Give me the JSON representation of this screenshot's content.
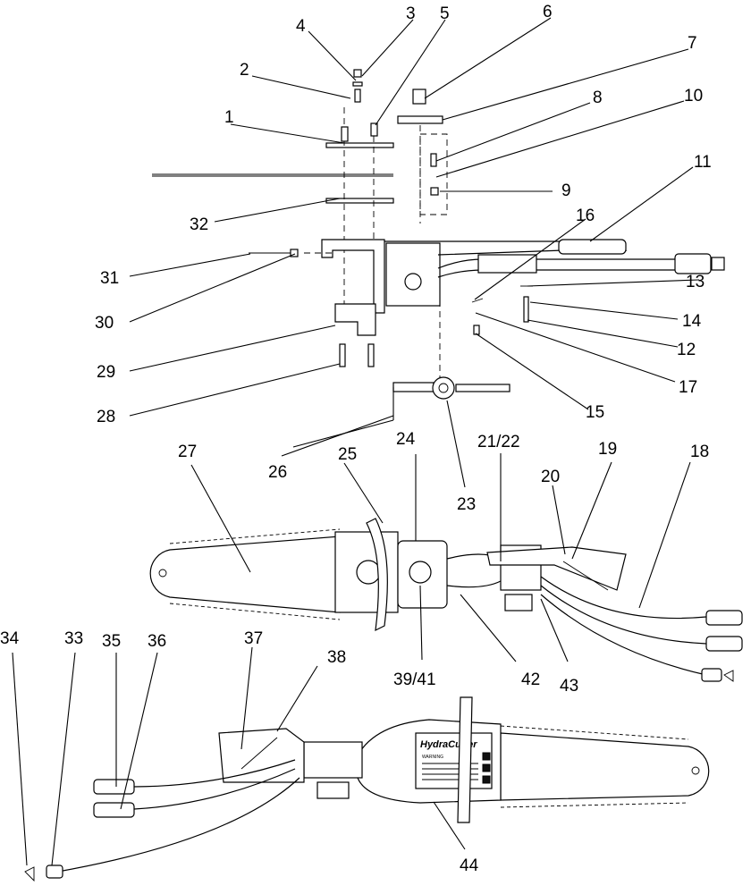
{
  "callouts": [
    {
      "id": "1",
      "label": "1"
    },
    {
      "id": "2",
      "label": "2"
    },
    {
      "id": "3",
      "label": "3"
    },
    {
      "id": "4",
      "label": "4"
    },
    {
      "id": "5",
      "label": "5"
    },
    {
      "id": "6",
      "label": "6"
    },
    {
      "id": "7",
      "label": "7"
    },
    {
      "id": "8",
      "label": "8"
    },
    {
      "id": "9",
      "label": "9"
    },
    {
      "id": "10",
      "label": "10"
    },
    {
      "id": "11",
      "label": "11"
    },
    {
      "id": "12",
      "label": "12"
    },
    {
      "id": "13",
      "label": "13"
    },
    {
      "id": "14",
      "label": "14"
    },
    {
      "id": "15",
      "label": "15"
    },
    {
      "id": "16",
      "label": "16"
    },
    {
      "id": "17",
      "label": "17"
    },
    {
      "id": "18",
      "label": "18"
    },
    {
      "id": "19",
      "label": "19"
    },
    {
      "id": "20",
      "label": "20"
    },
    {
      "id": "21_22",
      "label": "21/22"
    },
    {
      "id": "23",
      "label": "23"
    },
    {
      "id": "24",
      "label": "24"
    },
    {
      "id": "25",
      "label": "25"
    },
    {
      "id": "26",
      "label": "26"
    },
    {
      "id": "27",
      "label": "27"
    },
    {
      "id": "28",
      "label": "28"
    },
    {
      "id": "29",
      "label": "29"
    },
    {
      "id": "30",
      "label": "30"
    },
    {
      "id": "31",
      "label": "31"
    },
    {
      "id": "32",
      "label": "32"
    },
    {
      "id": "33",
      "label": "33"
    },
    {
      "id": "34",
      "label": "34"
    },
    {
      "id": "35",
      "label": "35"
    },
    {
      "id": "36",
      "label": "36"
    },
    {
      "id": "37",
      "label": "37"
    },
    {
      "id": "38",
      "label": "38"
    },
    {
      "id": "39_41",
      "label": "39/41"
    },
    {
      "id": "42",
      "label": "42"
    },
    {
      "id": "43",
      "label": "43"
    },
    {
      "id": "44",
      "label": "44"
    }
  ],
  "decal": {
    "logo": "HydraCutter",
    "warning_title": "WARNING"
  },
  "colors": {
    "ink": "#000000",
    "paper": "#ffffff"
  }
}
